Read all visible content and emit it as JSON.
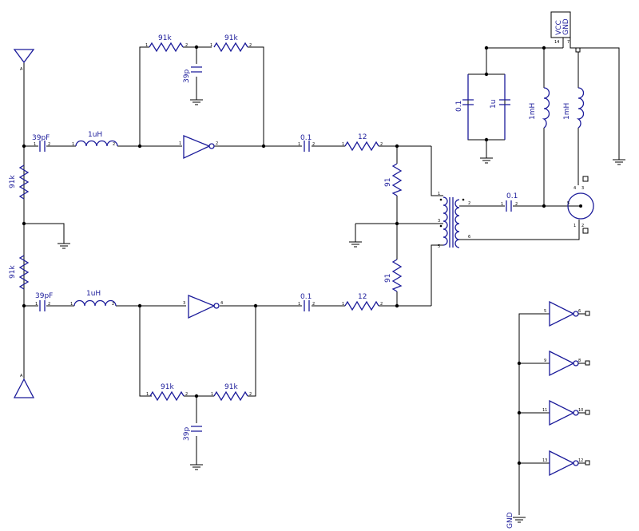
{
  "components": {
    "res_fb_top_left": "91k",
    "res_fb_top_right": "91k",
    "cap_fb_top": "39p",
    "res_fb_bot_left": "91k",
    "res_fb_bot_right": "91k",
    "cap_fb_bot": "39p",
    "cap_ant_top": "39pF",
    "ind_top": "1uH",
    "cap_ant_bot": "39pF",
    "ind_bot": "1uH",
    "res_div_top": "91k",
    "res_div_bot": "91k",
    "cap_couple_top": "0.1",
    "res_series_top": "12",
    "cap_couple_bot": "0.1",
    "res_series_bot": "12",
    "res_term_top": "91",
    "res_term_bot": "91",
    "cap_out": "0.1",
    "cap_supply_a": "0.1",
    "cap_supply_b": "1u",
    "ind_choke_a": "1mH",
    "ind_choke_b": "1mH"
  },
  "ic": {
    "vcc": "VCC",
    "gnd": "GND",
    "gnd_label": "GND"
  },
  "antenna": {
    "pin_top": "A",
    "pin_bot": "A"
  },
  "pins": {
    "n1": "1",
    "n2": "2",
    "n3": "3",
    "n4": "4",
    "n5": "5",
    "n6": "6",
    "n7": "7",
    "n8": "8",
    "n9": "9",
    "n10": "10",
    "n11": "11",
    "n12": "12",
    "n13": "13",
    "n14": "14"
  }
}
